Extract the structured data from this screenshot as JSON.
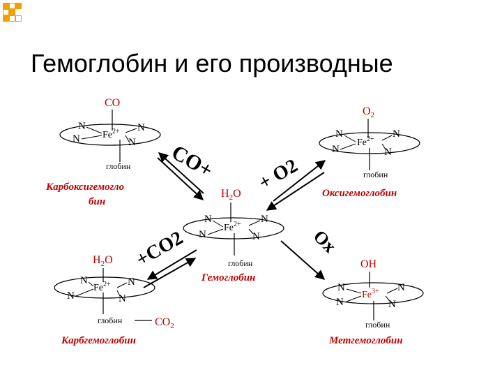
{
  "title": "Гемоглобин и его производные",
  "complexes": {
    "carboxy": {
      "ligand": "CO",
      "metal": "Fe",
      "charge": "2+",
      "globin": "глобин",
      "name_l1": "Карбоксигемогло",
      "name_l2": "бин"
    },
    "oxy": {
      "ligand": "O",
      "ligand_sub": "2",
      "metal": "Fe",
      "charge": "2+",
      "globin": "глобин",
      "name": "Оксигемоглобин"
    },
    "hemo": {
      "ligand": "H",
      "ligand_sub": "2",
      "ligand_tail": "O",
      "metal": "Fe",
      "charge": "2+",
      "globin": "глобин",
      "name": "Гемоглобин"
    },
    "carb": {
      "ligand": "H",
      "ligand_sub": "2",
      "ligand_tail": "O",
      "metal": "Fe",
      "charge": "2+",
      "globin": "глобин",
      "co2": "CO",
      "co2_sub": "2",
      "name": "Карбгемоглобин"
    },
    "met": {
      "ligand": "OH",
      "metal": "Fe",
      "charge": "3+",
      "globin": "глобин",
      "name": "Метгемоглобин"
    }
  },
  "atom_n": "N",
  "reactions": {
    "co": "CO+",
    "o2": "+ O2",
    "co2": "+CO2",
    "ox": "Ox"
  },
  "colors": {
    "accent_red": "#c00000",
    "deco_orange": "#f0a000"
  }
}
